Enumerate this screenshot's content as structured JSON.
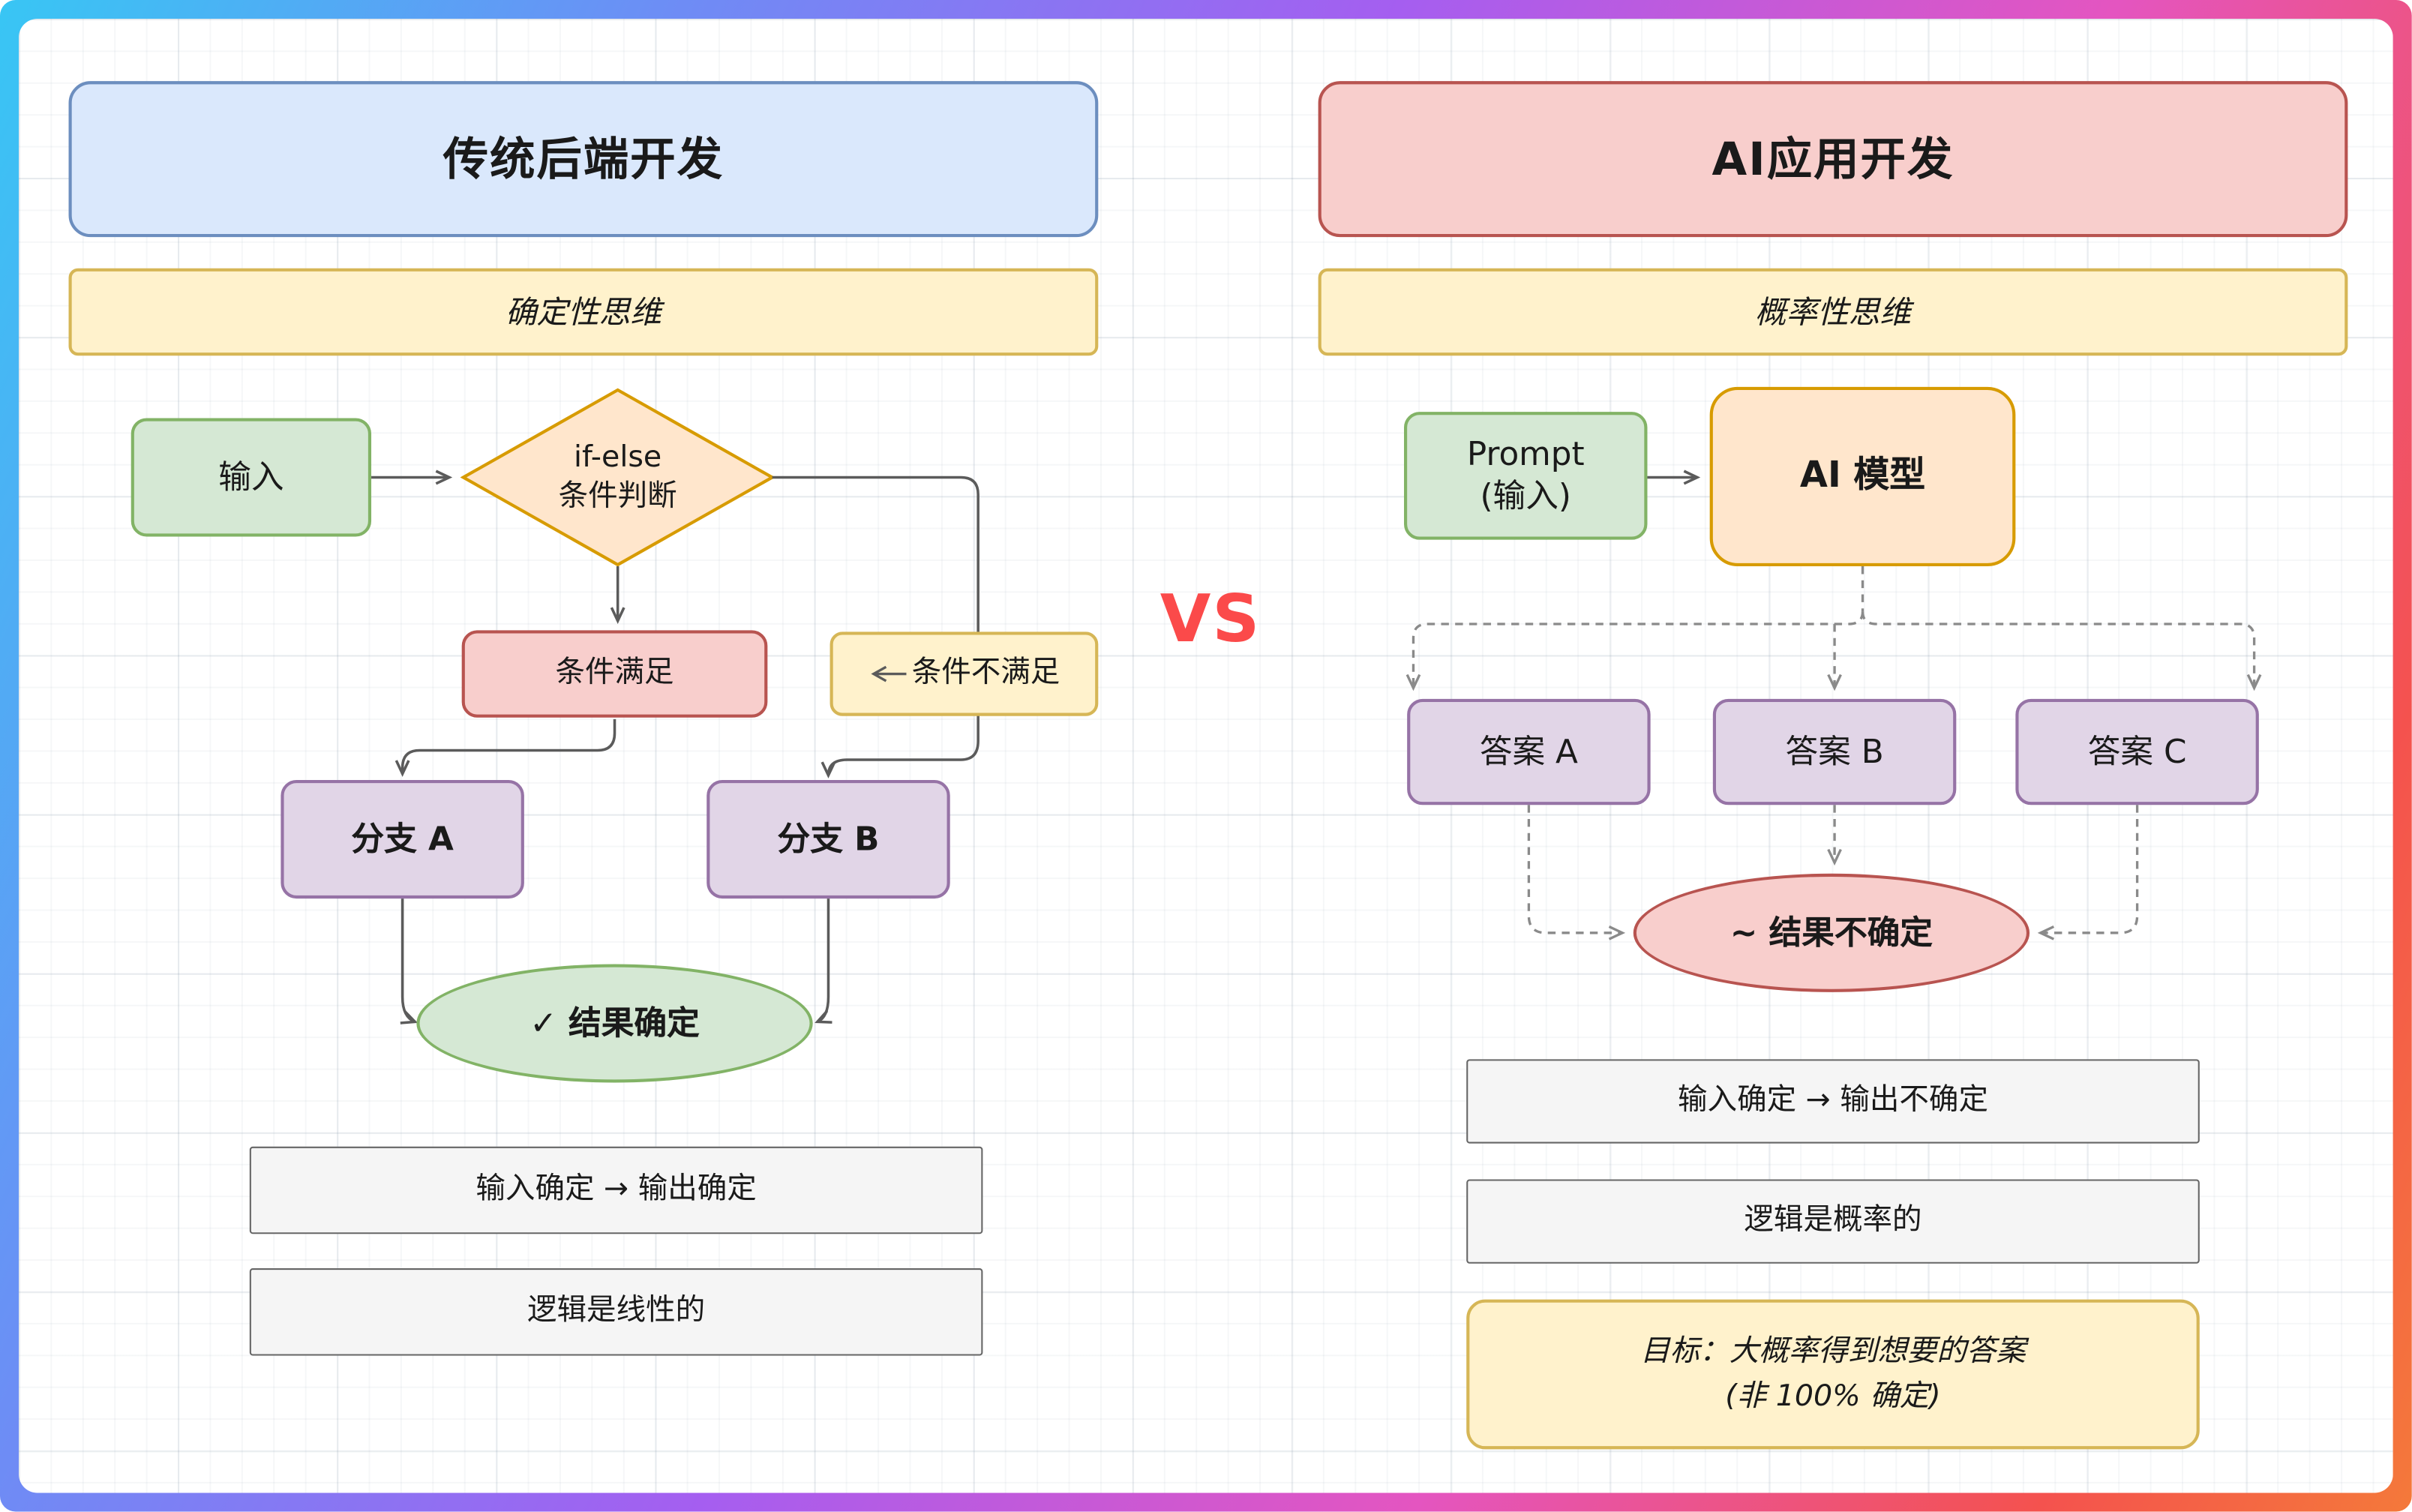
{
  "diagram": {
    "vs_label": "VS",
    "left": {
      "title": "传统后端开发",
      "subtitle": "确定性思维",
      "input": "输入",
      "decision_line1": "if-else",
      "decision_line2": "条件判断",
      "cond_true": "条件满足",
      "cond_false": "条件不满足",
      "branch_a": "分支 A",
      "branch_b": "分支 B",
      "result": "✓ 结果确定",
      "note1": "输入确定 → 输出确定",
      "note2": "逻辑是线性的"
    },
    "right": {
      "title": "AI应用开发",
      "subtitle": "概率性思维",
      "prompt_line1": "Prompt",
      "prompt_line2": "(输入)",
      "model": "AI 模型",
      "answer_a": "答案 A",
      "answer_b": "答案 B",
      "answer_c": "答案 C",
      "result": "~ 结果不确定",
      "note1": "输入确定 → 输出不确定",
      "note2": "逻辑是概率的",
      "goal_line1": "目标：大概率得到想要的答案",
      "goal_line2": "(非 100% 确定)"
    },
    "colors": {
      "accent_vs": "#fb4a4a",
      "blue_fill": "#dae8fc",
      "blue_stroke": "#6c8ebf",
      "red_fill": "#f8cecc",
      "red_stroke": "#b85450",
      "yellow_fill": "#fff2cc",
      "yellow_stroke": "#d6b656",
      "green_fill": "#d5e8d4",
      "green_stroke": "#82b366",
      "orange_fill": "#ffe6cc",
      "orange_stroke": "#d79b00",
      "purple_fill": "#e1d5e7",
      "purple_stroke": "#9673a6",
      "gray_fill": "#f5f5f5",
      "gray_stroke": "#666666"
    }
  }
}
